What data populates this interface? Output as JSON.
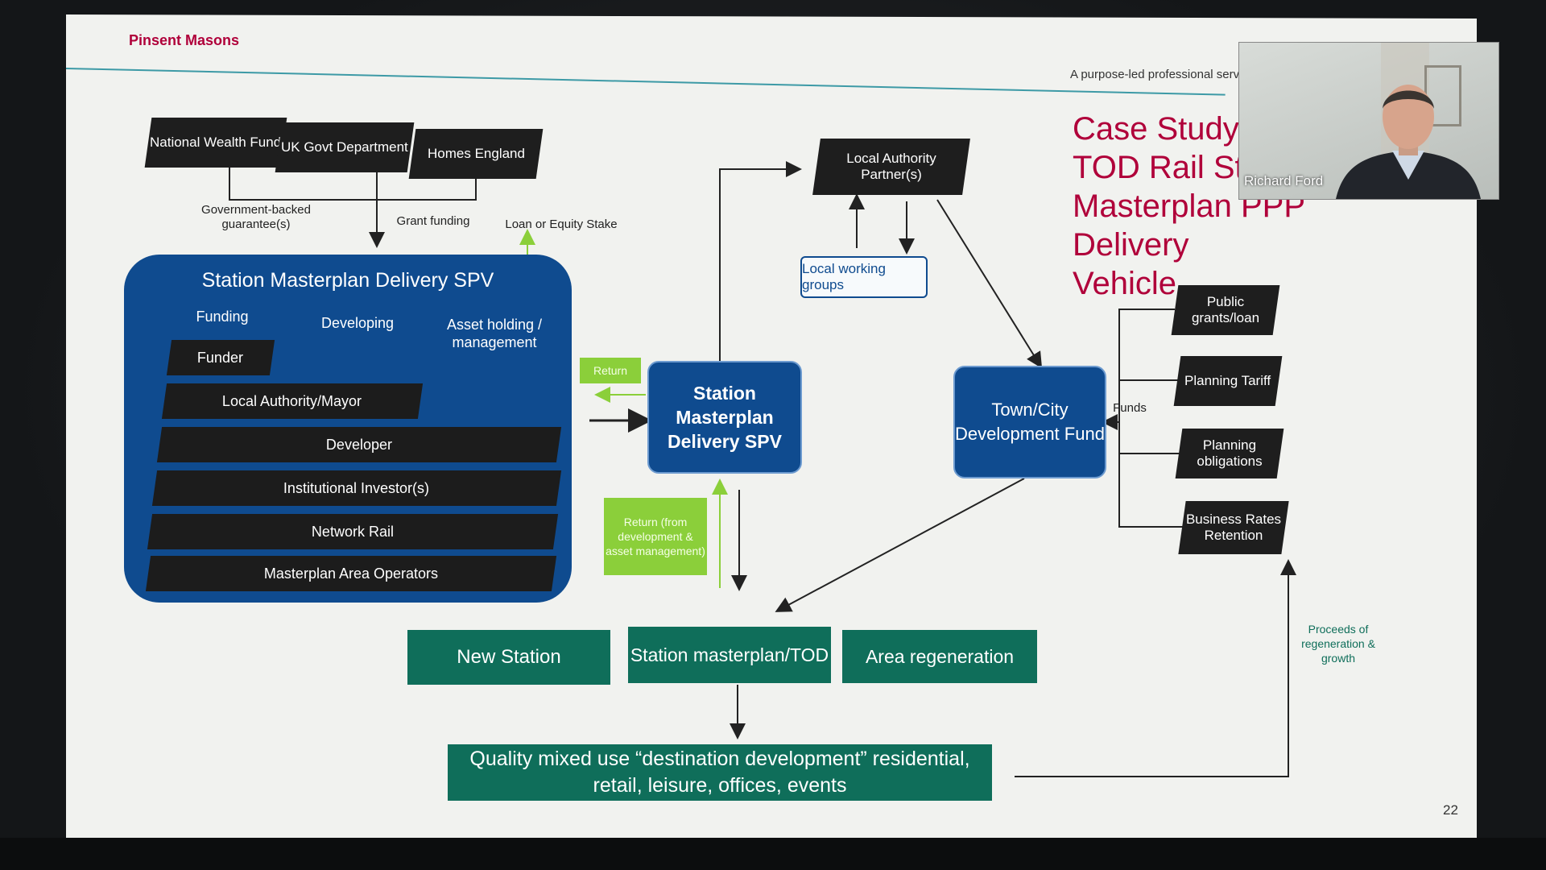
{
  "header": {
    "brand": "Pinsent Masons",
    "tagline": "A purpose-led professional servic",
    "title": "Case Study: UK TOD Rail Station Masterplan PPP Delivery Vehicle",
    "title_lines": [
      "Case Study: U",
      "TOD Rail Sta",
      "Masterplan PPP Delivery",
      "Vehicle"
    ],
    "page_number": "22"
  },
  "webcam": {
    "name": "Richard Ford"
  },
  "funders_top": [
    {
      "label": "National Wealth Fund"
    },
    {
      "label": "UK Govt Department"
    },
    {
      "label": "Homes England"
    }
  ],
  "flow_labels": {
    "guarantees": "Government-backed guarantee(s)",
    "grant": "Grant funding",
    "loan": "Loan or Equity Stake",
    "return": "Return",
    "return_dev": "Return (from development & asset management)",
    "funds": "Funds",
    "proceeds": "Proceeds of regeneration & growth"
  },
  "spv_panel": {
    "title": "Station Masterplan Delivery SPV",
    "columns": [
      "Funding",
      "Developing",
      "Asset holding / management"
    ],
    "rows": [
      "Funder",
      "Local Authority/Mayor",
      "Developer",
      "Institutional Investor(s)",
      "Network Rail",
      "Masterplan Area Operators"
    ]
  },
  "center_spv": "Station Masterplan Delivery SPV",
  "local_authority": "Local Authority Partner(s)",
  "local_groups": "Local working groups",
  "dev_fund": "Town/City Development Fund",
  "fund_sources": [
    "Public grants/loan",
    "Planning Tariff",
    "Planning obligations",
    "Business Rates Retention"
  ],
  "outcomes": [
    "New Station",
    "Station masterplan/TOD",
    "Area regeneration"
  ],
  "destination": "Quality mixed use “destination development” residential, retail, leisure, offices, events",
  "colors": {
    "brand": "#b0003a",
    "navy": "#0f4b8f",
    "teal": "#0f6e5a",
    "green": "#8bcf3a"
  }
}
